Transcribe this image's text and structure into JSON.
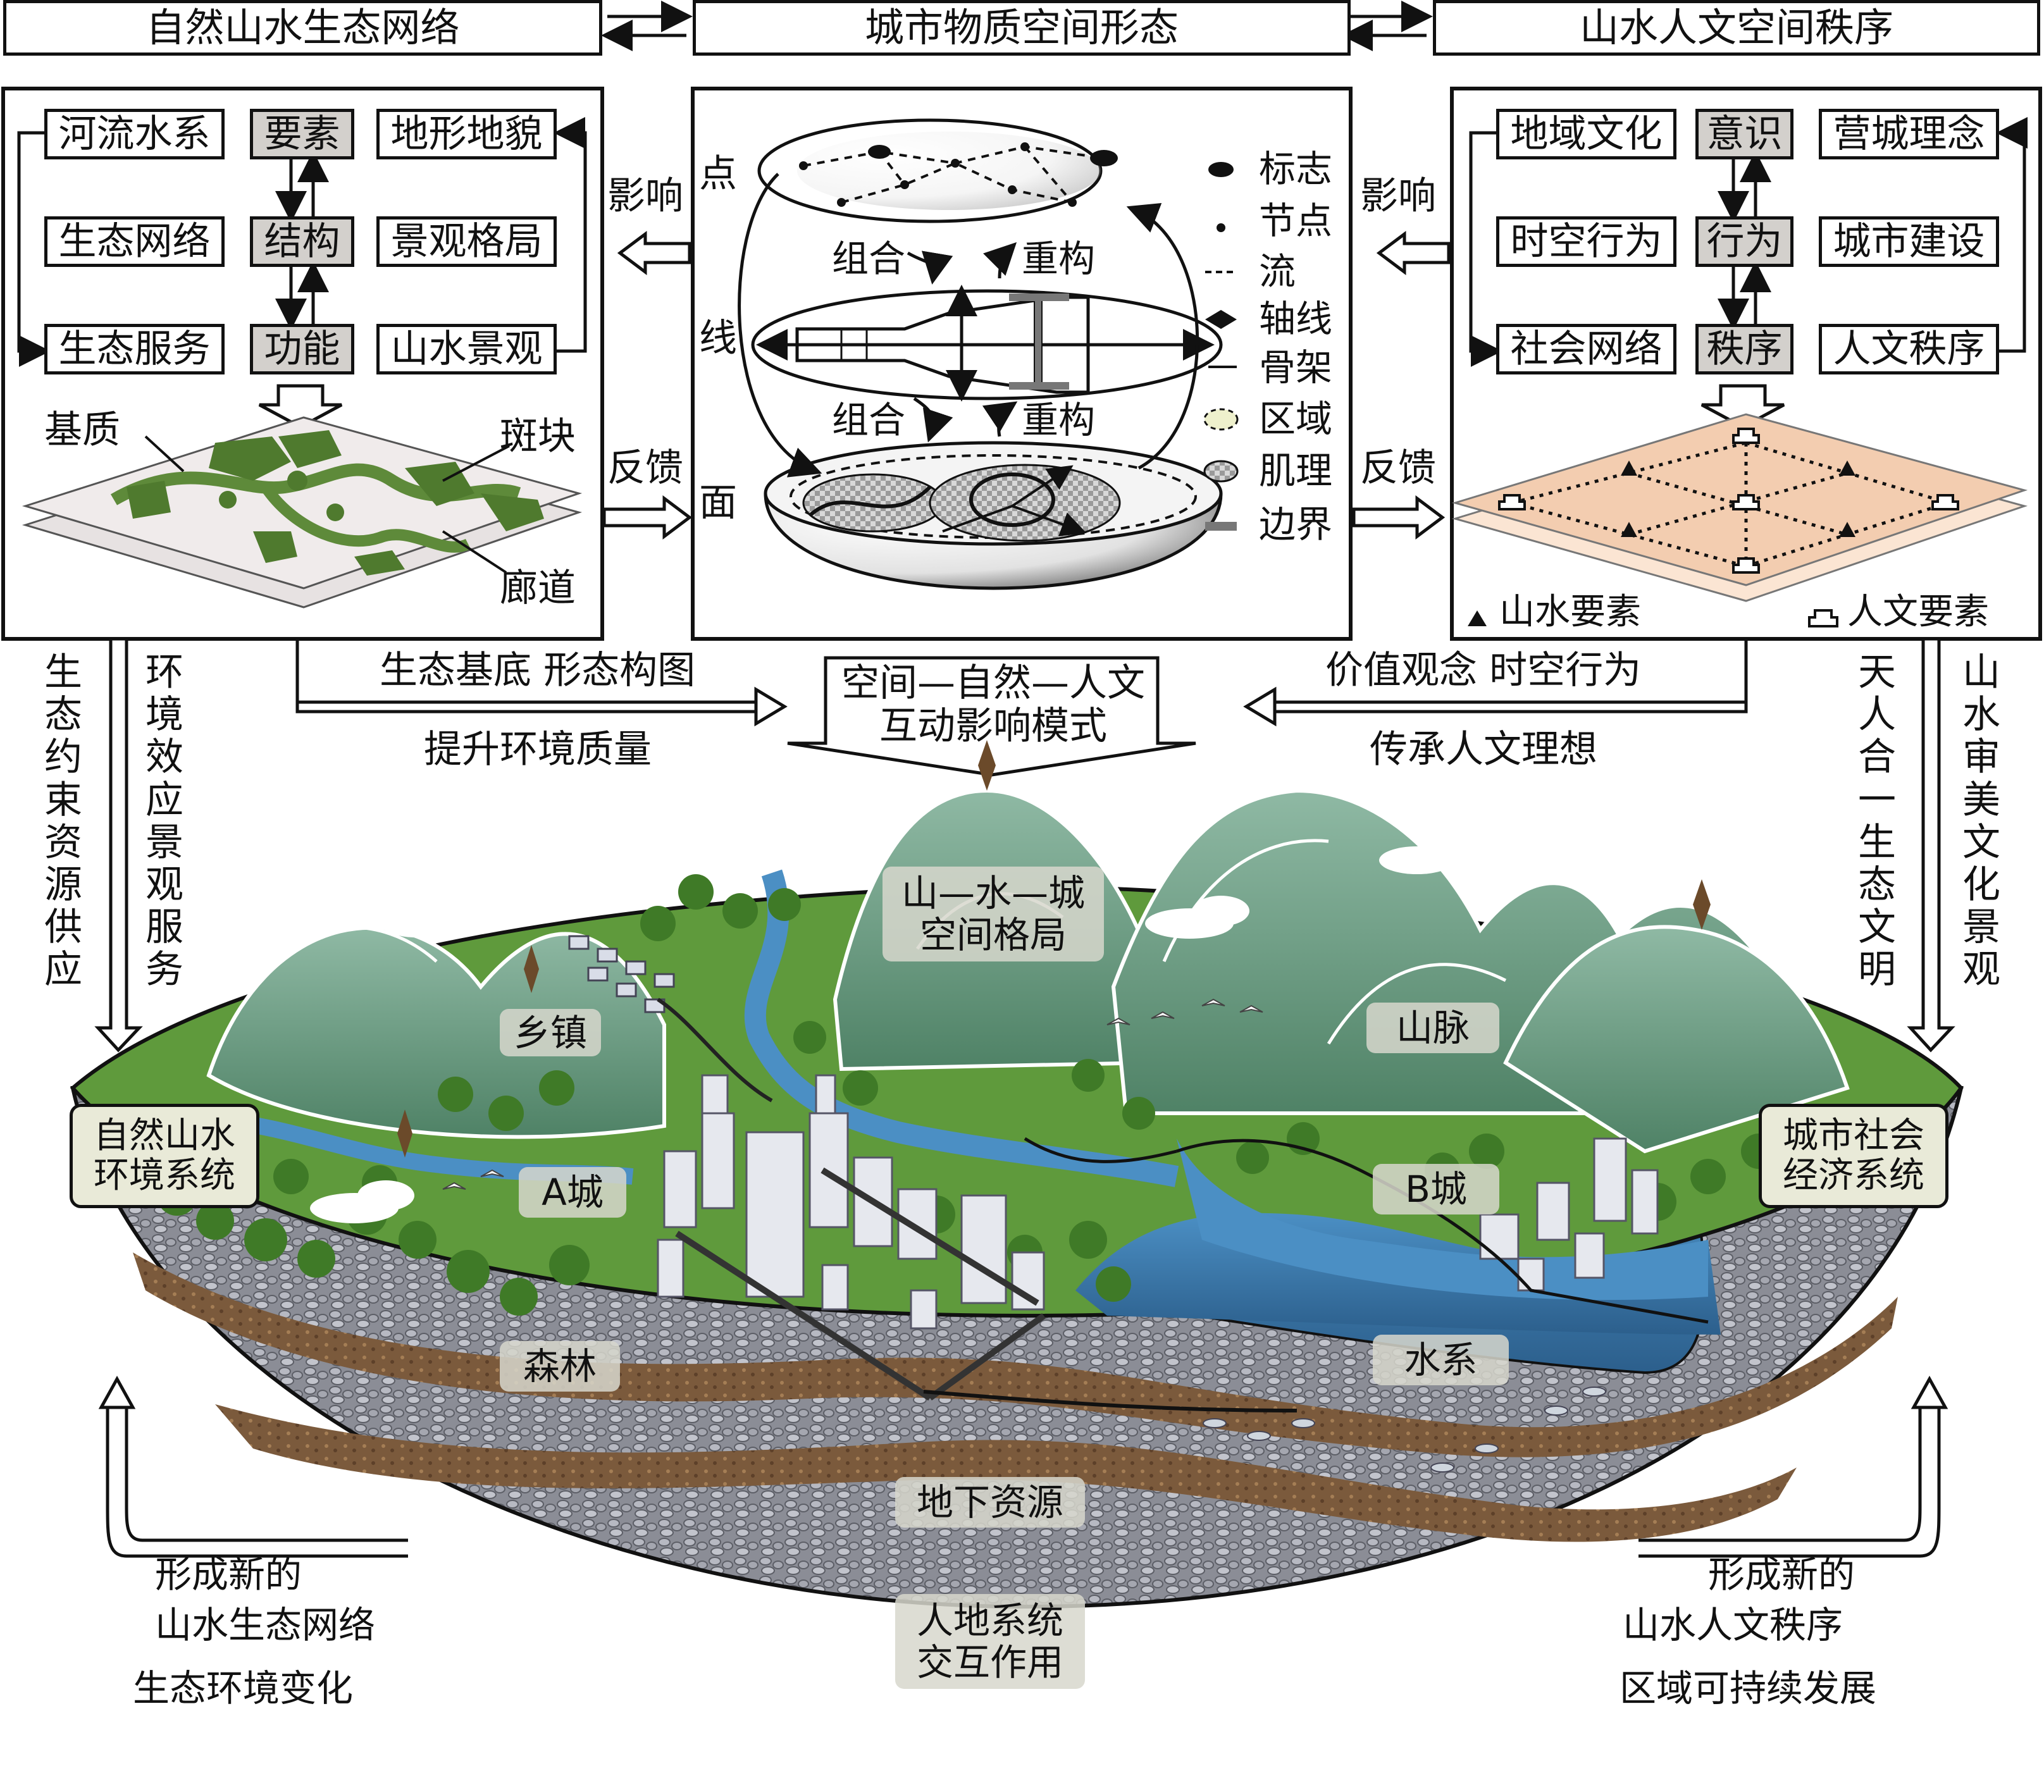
{
  "headers": {
    "left": "自然山水生态网络",
    "center": "城市物质空间形态",
    "right": "山水人文空间秩序"
  },
  "left_panel": {
    "row1": [
      "河流水系",
      "要素",
      "地形地貌"
    ],
    "row2": [
      "生态网络",
      "结构",
      "景观格局"
    ],
    "row3": [
      "生态服务",
      "功能",
      "山水景观"
    ],
    "matrix_label": "基质",
    "patch_label": "斑块",
    "corridor_label": "廊道"
  },
  "right_panel": {
    "row1": [
      "地域文化",
      "意识",
      "营城理念"
    ],
    "row2": [
      "时空行为",
      "行为",
      "城市建设"
    ],
    "row3": [
      "社会网络",
      "秩序",
      "人文秩序"
    ],
    "legend_mountain": "山水要素",
    "legend_culture": "人文要素"
  },
  "center_panel": {
    "point": "点",
    "line": "线",
    "surface": "面",
    "combine_top": "组合",
    "reconstruct_top": "重构",
    "combine_bottom": "组合",
    "reconstruct_bottom": "重构",
    "legend": [
      "标志",
      "节点",
      "流",
      "轴线",
      "骨架",
      "区域",
      "肌理",
      "边界"
    ]
  },
  "connectors": {
    "influence_left": "影响",
    "feedback_left": "反馈",
    "influence_right": "影响",
    "feedback_right": "反馈",
    "eco_base": "生态基底 形态构图",
    "improve_env": "提升环境质量",
    "values": "价值观念 时空行为",
    "inherit": "传承人文理想",
    "mode_line1": "空间—自然—人文",
    "mode_line2": "互动影响模式"
  },
  "side_text": {
    "left_col1": "生态约束 资源供应",
    "left_col2": "环境效应 景观服务",
    "right_col1": "天人合一 生态文明",
    "right_col2": "山水审美 文化景观",
    "left_bottom_1": "形成新的",
    "left_bottom_2": "山水生态网络",
    "left_bottom_3": "生态环境变化",
    "right_bottom_1": "形成新的",
    "right_bottom_2": "山水人文秩序",
    "right_bottom_3": "区域可持续发展"
  },
  "scene": {
    "pattern_1": "山—水—城",
    "pattern_2": "空间格局",
    "township": "乡镇",
    "mountain_range": "山脉",
    "city_a": "A城",
    "city_b": "B城",
    "forest": "森林",
    "water": "水系",
    "underground": "地下资源",
    "human_land_1": "人地系统",
    "human_land_2": "交互作用",
    "natural_system_1": "自然山水",
    "natural_system_2": "环境系统",
    "urban_system_1": "城市社会",
    "urban_system_2": "经济系统"
  },
  "colors": {
    "grey_box": "#d3d0cc",
    "forest_green": "#5e8a3a",
    "mountain": "#6f9e84",
    "water": "#3f7fb2",
    "soil": "#8a6a4a",
    "culture_grid": "#f3cdb0"
  }
}
